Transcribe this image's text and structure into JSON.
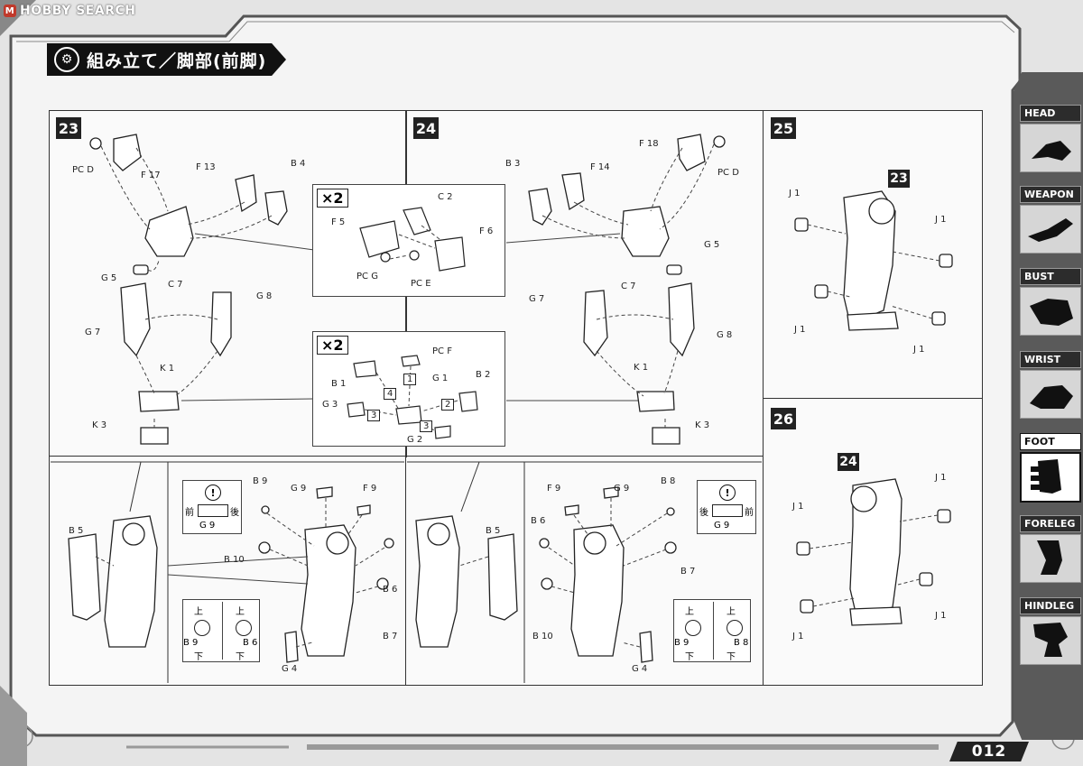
{
  "watermark": {
    "brand": "HOBBY SEARCH",
    "logo_letter": "M"
  },
  "header": {
    "title": "組み立て／脚部(前脚)"
  },
  "steps": {
    "s23": {
      "number": "23"
    },
    "s24": {
      "number": "24"
    },
    "s25": {
      "number": "25",
      "ref": "23"
    },
    "s26": {
      "number": "26",
      "ref": "24"
    }
  },
  "multiplier": "×2",
  "sequence_numbers": [
    "1",
    "2",
    "3",
    "3",
    "4"
  ],
  "orientation_notes": {
    "front": "前",
    "back": "後",
    "top": "上",
    "bottom": "下"
  },
  "parts": {
    "s23": [
      "PC D",
      "F 17",
      "F 13",
      "B 4",
      "G 5",
      "C 7",
      "G 8",
      "G 7",
      "K 1",
      "K 3"
    ],
    "x2_a": [
      "C 2",
      "F 5",
      "F 6",
      "PC G",
      "PC E"
    ],
    "x2_b": [
      "PC F",
      "B 1",
      "G 1",
      "B 2",
      "G 3",
      "G 2"
    ],
    "s24": [
      "B 3",
      "F 14",
      "F 18",
      "PC D",
      "G 5",
      "G 7",
      "C 7",
      "G 8",
      "K 1",
      "K 3"
    ],
    "s23_lower": [
      "B 5",
      "B 9",
      "G 9",
      "F 9",
      "B 10",
      "B 6",
      "B 7",
      "G 4",
      "G 9",
      "B 9",
      "B 6"
    ],
    "s24_lower": [
      "B 5",
      "F 9",
      "G 9",
      "B 8",
      "B 6",
      "B 7",
      "B 10",
      "G 4",
      "G 9",
      "B 9",
      "B 8"
    ],
    "s25": [
      "J 1",
      "J 1",
      "J 1",
      "J 1"
    ],
    "s26": [
      "J 1",
      "J 1",
      "J 1",
      "J 1"
    ]
  },
  "nav": {
    "items": [
      {
        "label": "HEAD",
        "icon": "head-icon"
      },
      {
        "label": "WEAPON",
        "icon": "weapon-icon"
      },
      {
        "label": "BUST",
        "icon": "bust-icon"
      },
      {
        "label": "WRIST",
        "icon": "wrist-icon"
      },
      {
        "label": "FOOT",
        "icon": "foot-icon"
      },
      {
        "label": "FORELEG",
        "icon": "foreleg-icon"
      },
      {
        "label": "HINDLEG",
        "icon": "hindleg-icon"
      }
    ],
    "active": "FOOT"
  },
  "page_number": "012",
  "colors": {
    "ink": "#222222",
    "frame": "#555555",
    "paper": "#fafafa"
  }
}
